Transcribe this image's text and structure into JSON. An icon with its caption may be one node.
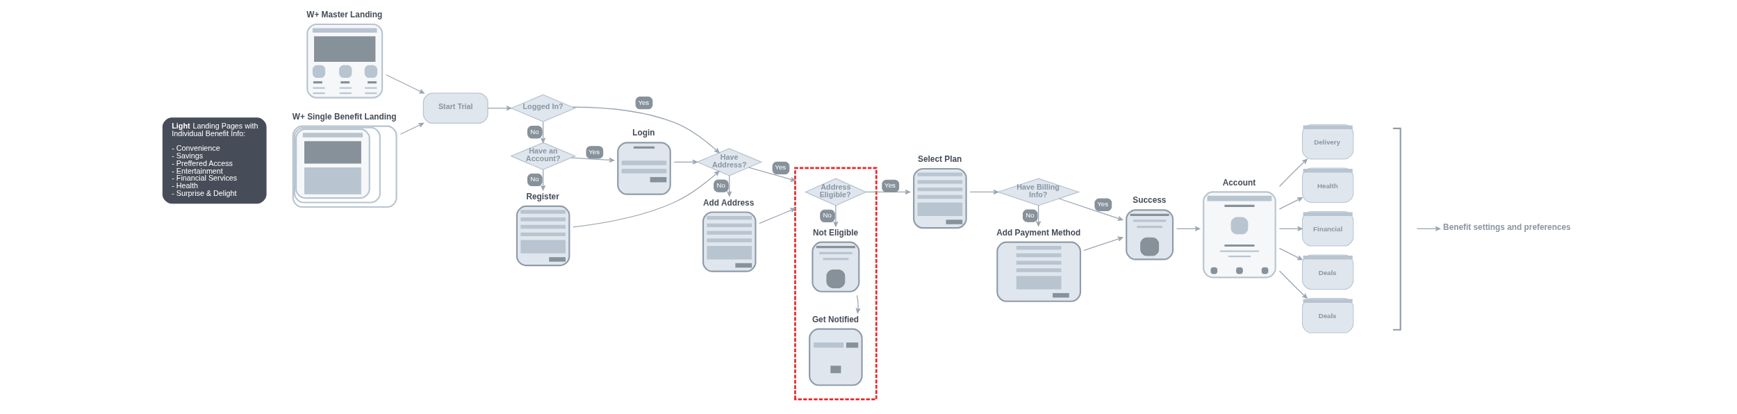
{
  "diagram": {
    "nodes": [
      {
        "text": [
          "W+ Master Landing"
        ]
      },
      {
        "text": [
          "W+ Single Benefit Landing"
        ]
      },
      {
        "text": [
          "**Light** Landing Pages with Individual Benefit Info:",
          "- Convenience",
          "- Savings",
          "- Preffered Access",
          "- Entertainment",
          "- Financial Services",
          "- Health",
          "- Surprise & Delight"
        ]
      },
      {
        "text": [
          "Start Trial"
        ]
      },
      {
        "text": [
          "Logged In?"
        ]
      },
      {
        "text": [
          "Have an Account?"
        ]
      },
      {
        "text": [
          "Login"
        ]
      },
      {
        "text": [
          "Register"
        ]
      },
      {
        "text": [
          "Have Address?"
        ]
      },
      {
        "text": [
          "Add Address"
        ]
      },
      {
        "text": [],
        "shape": "box"
      },
      {
        "text": [
          "Address Eligible?"
        ],
        "in": 10
      },
      {
        "text": [
          "Not Eligible"
        ],
        "in": 10
      },
      {
        "text": [
          "Get Notified"
        ],
        "in": 10
      },
      {
        "text": [
          "Select Plan"
        ]
      },
      {
        "text": [
          "Have Billing Info?"
        ]
      },
      {
        "text": [
          "Add Payment Method"
        ]
      },
      {
        "text": [
          "Success"
        ]
      },
      {
        "text": [
          "Account"
        ]
      },
      {
        "text": [
          "Delivery"
        ]
      },
      {
        "text": [
          "Health"
        ]
      },
      {
        "text": [
          "Financial"
        ]
      },
      {
        "text": [
          "Deals"
        ]
      },
      {
        "text": [
          "Deals"
        ]
      },
      {
        "text": [],
        "shape": "bracket"
      },
      {
        "text": [
          "Benefit settings and preferences"
        ]
      }
    ],
    "edges": [
      {
        "from": 0,
        "to": 3,
        "arrow": "to"
      },
      {
        "from": 1,
        "to": 3,
        "arrow": "to"
      },
      {
        "from": 3,
        "to": 4,
        "arrow": "to"
      },
      {
        "from": 4,
        "to": 8,
        "arrow": "to",
        "label": "Yes"
      },
      {
        "from": 4,
        "to": 5,
        "arrow": "to",
        "label": "No"
      },
      {
        "from": 5,
        "to": 6,
        "arrow": "to",
        "label": "Yes"
      },
      {
        "from": 5,
        "to": 7,
        "arrow": "to",
        "label": "No"
      },
      {
        "from": 6,
        "to": 8,
        "arrow": "to"
      },
      {
        "from": 7,
        "to": 8,
        "arrow": "to"
      },
      {
        "from": 8,
        "to": 10,
        "arrow": "to",
        "label": "Yes"
      },
      {
        "from": 8,
        "to": 9,
        "arrow": "to",
        "label": "No"
      },
      {
        "from": 9,
        "to": 10,
        "arrow": "to"
      },
      {
        "from": 11,
        "to": 14,
        "arrow": "to",
        "label": "Yes"
      },
      {
        "from": 11,
        "to": 12,
        "arrow": "to",
        "label": "No"
      },
      {
        "from": 12,
        "to": 13,
        "arrow": "to"
      },
      {
        "from": 14,
        "to": 15,
        "arrow": "to"
      },
      {
        "from": 15,
        "to": 17,
        "arrow": "to",
        "label": "Yes"
      },
      {
        "from": 15,
        "to": 16,
        "arrow": "to",
        "label": "No"
      },
      {
        "from": 16,
        "to": 17,
        "arrow": "to"
      },
      {
        "from": 17,
        "to": 18,
        "arrow": "to"
      },
      {
        "from": 18,
        "to": 19,
        "arrow": "to"
      },
      {
        "from": 18,
        "to": 20,
        "arrow": "to"
      },
      {
        "from": 18,
        "to": 21,
        "arrow": "to"
      },
      {
        "from": 18,
        "to": 22,
        "arrow": "to"
      },
      {
        "from": 18,
        "to": 23,
        "arrow": "to"
      },
      {
        "from": 24,
        "to": 25,
        "arrow": "to"
      }
    ]
  }
}
